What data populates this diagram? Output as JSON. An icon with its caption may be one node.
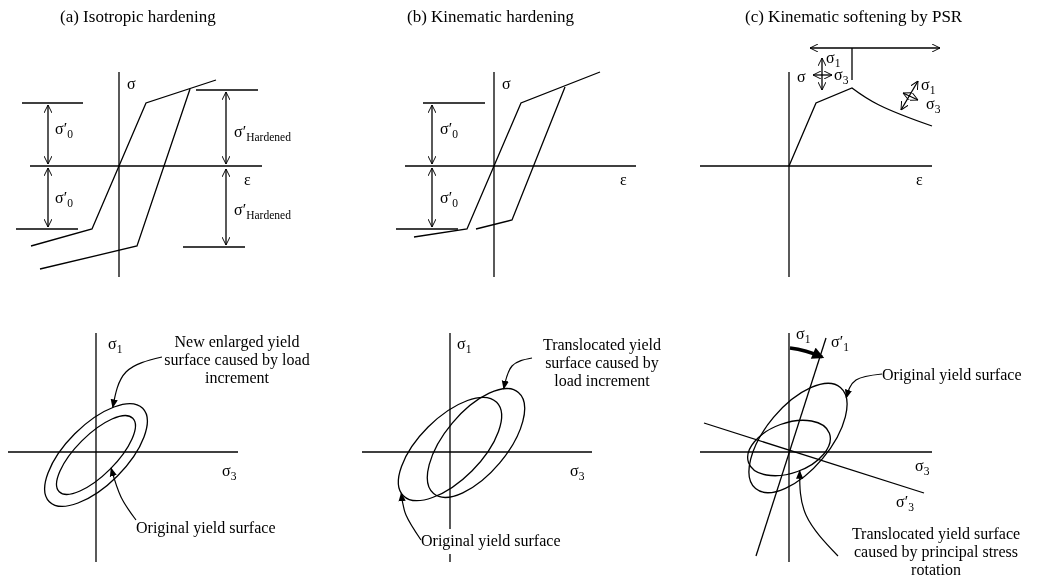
{
  "diagram": {
    "nodes": [
      {
        "text": [
          "New enlarged yield surface caused by load increment"
        ]
      },
      {
        "text": [],
        "shape": "ellipse"
      },
      {
        "text": [
          "Original yield surface"
        ]
      },
      {
        "text": [],
        "shape": "ellipse",
        "in": 1
      },
      {
        "text": [
          "Translocated yield surface caused by load increment"
        ]
      },
      {
        "text": [],
        "shape": "ellipse"
      },
      {
        "text": [
          "Original yield surface"
        ]
      },
      {
        "text": [],
        "shape": "ellipse"
      },
      {
        "text": [
          "Original yield surface"
        ]
      },
      {
        "text": [],
        "shape": "ellipse"
      },
      {
        "text": [
          "Translocated yield surface caused by principal stress rotation"
        ]
      },
      {
        "text": [],
        "shape": "ellipse",
        "in": 9
      }
    ],
    "edges": [
      {
        "from": 0,
        "to": 1,
        "arrow": "to"
      },
      {
        "from": 2,
        "to": 3,
        "arrow": "to"
      },
      {
        "from": 4,
        "to": 5,
        "arrow": "to"
      },
      {
        "from": 6,
        "to": 7,
        "arrow": "to"
      },
      {
        "from": 8,
        "to": 9,
        "arrow": "to"
      },
      {
        "from": 10,
        "to": 11,
        "arrow": "to"
      }
    ],
    "labels": [
      "(a) Isotropic hardening",
      "(b) Kinematic hardening",
      "(c) Kinematic softening by PSR",
      "σ",
      "σ′$_{0}$",
      "σ′$_{Hardened}$",
      "ε",
      "σ′$_{0}$",
      "σ′$_{Hardened}$",
      "σ",
      "σ′$_{0}$",
      "ε",
      "σ′$_{0}$",
      "σ$_{1}$",
      "σ",
      "σ$_{3}$",
      "σ$_{1}$",
      "σ$_{3}$",
      "ε",
      "σ$_{1}$",
      "σ$_{3}$",
      "σ$_{1}$",
      "σ$_{3}$",
      "σ$_{1}$",
      "σ′$_{1}$",
      "σ$_{3}$",
      "σ′$_{3}$"
    ]
  }
}
